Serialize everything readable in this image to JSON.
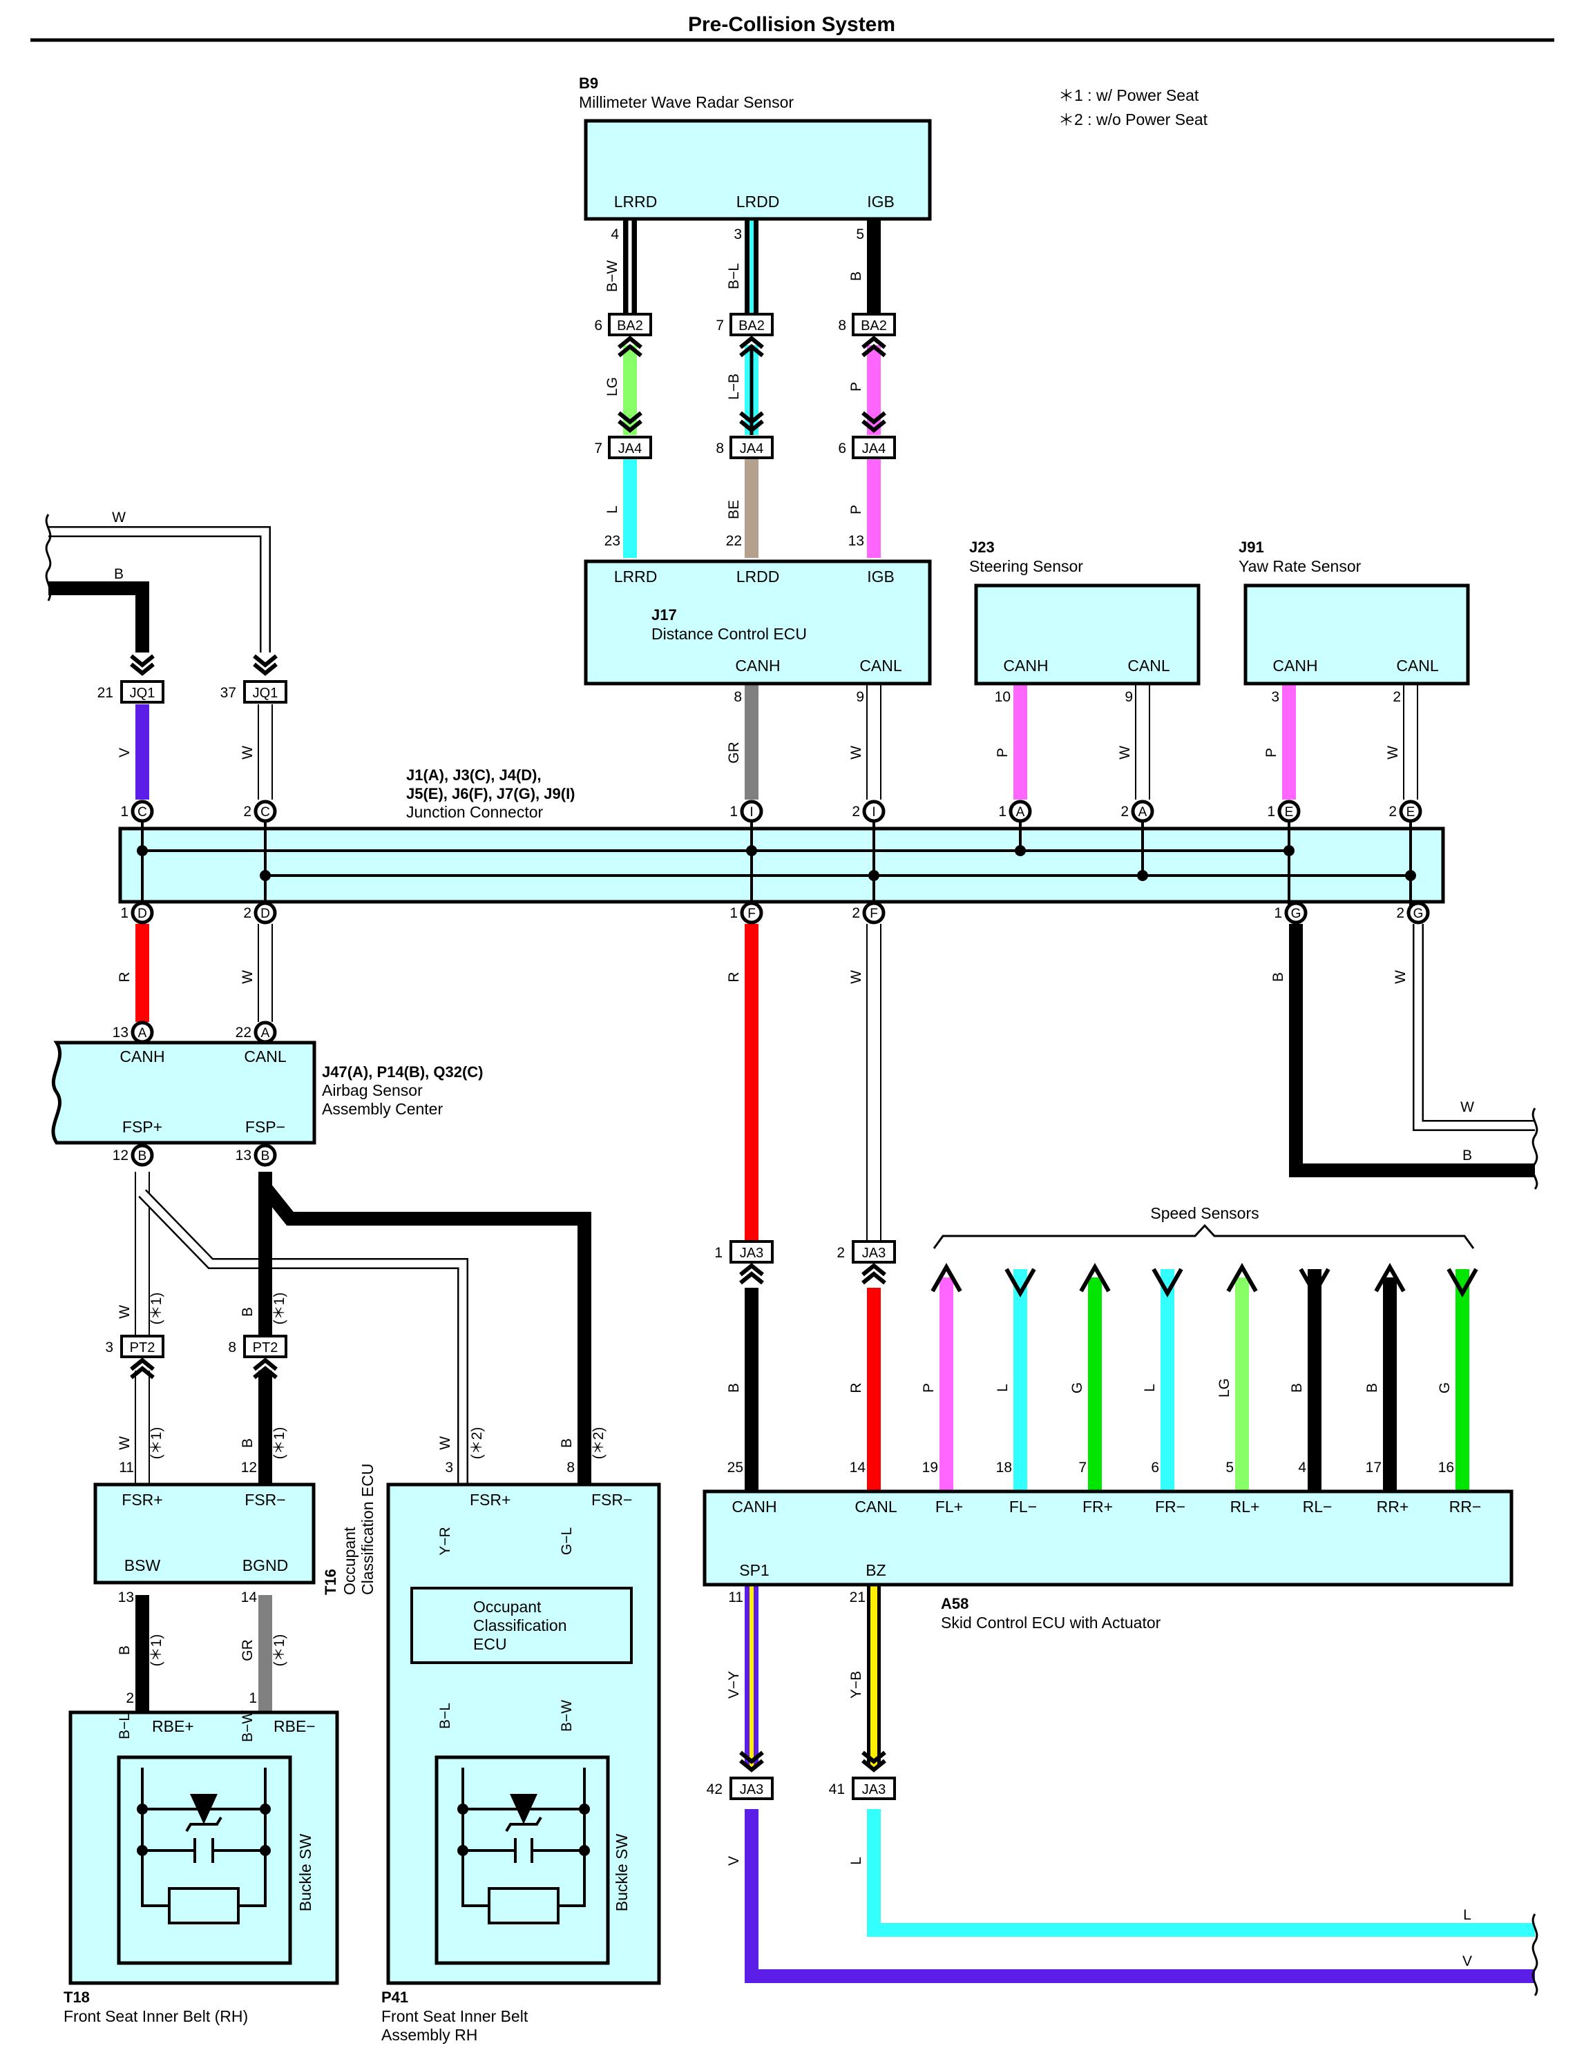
{
  "title": "Pre-Collision System",
  "notes": [
    "＊1 : w/ Power Seat",
    "＊2 : w/o Power Seat"
  ],
  "colors": {
    "B": "#000000",
    "W": "#ffffff",
    "V": "#5b1ee6",
    "R": "#ff0000",
    "GR": "#808080",
    "P": "#ff66ff",
    "L": "#33ffff",
    "G": "#00e600",
    "LG": "#88ff66",
    "BE": "#b4a08c",
    "Y": "#ffee00",
    "box": "#ccffff"
  },
  "components": {
    "b9": {
      "code": "B9",
      "name": "Millimeter Wave Radar Sensor",
      "pins": [
        "LRRD",
        "LRDD",
        "IGB"
      ]
    },
    "j17": {
      "code": "J17",
      "name": "Distance Control ECU",
      "pins_top": [
        "LRRD",
        "LRDD",
        "IGB"
      ],
      "pins_bottom": [
        "CANH",
        "CANL"
      ]
    },
    "j23": {
      "code": "J23",
      "name": "Steering Sensor",
      "pins": [
        "CANH",
        "CANL"
      ]
    },
    "j91": {
      "code": "J91",
      "name": "Yaw Rate Sensor",
      "pins": [
        "CANH",
        "CANL"
      ]
    },
    "junction": {
      "codes": [
        "J1(A), J3(C), J4(D),",
        "J5(E), J6(F), J7(G), J9(I)"
      ],
      "name": "Junction Connector"
    },
    "airbag": {
      "code": "J47(A), P14(B), Q32(C)",
      "name": [
        "Airbag Sensor",
        "Assembly Center"
      ],
      "pins": [
        "CANH",
        "CANL",
        "FSP+",
        "FSP−"
      ]
    },
    "t18": {
      "code": "T18",
      "name": "Front Seat Inner Belt (RH)",
      "pins": [
        "FSR+",
        "FSR−",
        "BSW",
        "BGND",
        "RBE+",
        "RBE−"
      ],
      "sw": "Buckle SW"
    },
    "t16": {
      "code": "T16",
      "name": [
        "Occupant",
        "Classification ECU"
      ],
      "pins": [
        "FSR+",
        "FSR−"
      ],
      "inner": [
        "Occupant",
        "Classification",
        "ECU"
      ]
    },
    "p41": {
      "code": "P41",
      "name": [
        "Front Seat Inner Belt",
        "Assembly RH"
      ],
      "sw": "Buckle SW"
    },
    "a58": {
      "code": "A58",
      "name": "Skid Control ECU with Actuator",
      "pins": [
        "CANH",
        "CANL",
        "FL+",
        "FL−",
        "FR+",
        "FR−",
        "RL+",
        "RL−",
        "RR+",
        "RR−"
      ],
      "pins_bottom": [
        "SP1",
        "BZ"
      ]
    },
    "speed": {
      "name": "Speed Sensors"
    }
  },
  "connectors": {
    "BA2": "BA2",
    "JA4": "JA4",
    "JQ1": "JQ1",
    "PT2": "PT2",
    "JA3": "JA3"
  },
  "junction_letters": [
    "C",
    "C",
    "I",
    "I",
    "A",
    "A",
    "E",
    "E",
    "D",
    "D",
    "F",
    "F",
    "G",
    "G"
  ],
  "airbag_letters": [
    "A",
    "A",
    "B",
    "B"
  ],
  "wire_labels": {
    "bw": "B−W",
    "bl": "B−L",
    "b": "B",
    "lg": "LG",
    "lb": "L−B",
    "p": "P",
    "l": "L",
    "be": "BE",
    "w": "W",
    "v": "V",
    "gr": "GR",
    "r": "R",
    "g": "G",
    "yr": "Y−R",
    "gl": "G−L",
    "vy": "V−Y",
    "yb": "Y−B"
  },
  "star_labels": {
    "s1": "(＊1)",
    "s2": "(＊2)"
  },
  "pin_numbers": {
    "b9": [
      "4",
      "3",
      "5"
    ],
    "ba2": [
      "6",
      "7",
      "8"
    ],
    "ja4": [
      "7",
      "8",
      "6"
    ],
    "j17_top": [
      "23",
      "22",
      "13"
    ],
    "j17_bottom": [
      "8",
      "9"
    ],
    "j23": [
      "10",
      "9"
    ],
    "j91": [
      "3",
      "2"
    ],
    "jq1": [
      "21",
      "37"
    ],
    "jtop": [
      "1",
      "2",
      "1",
      "2",
      "1",
      "2",
      "1",
      "2"
    ],
    "jbot": [
      "1",
      "2",
      "1",
      "2",
      "1",
      "2"
    ],
    "airbag_top": [
      "13",
      "22"
    ],
    "airbag_bottom": [
      "12",
      "13"
    ],
    "pt2": [
      "3",
      "8"
    ],
    "t18_top": [
      "11",
      "12"
    ],
    "t18_bottom": [
      "13",
      "14"
    ],
    "t18_sw": [
      "2",
      "1"
    ],
    "t16": [
      "3",
      "8"
    ],
    "ja3_top": [
      "1",
      "2"
    ],
    "a58": [
      "25",
      "14",
      "19",
      "18",
      "7",
      "6",
      "5",
      "4",
      "17",
      "16"
    ],
    "a58_bottom": [
      "11",
      "21"
    ],
    "ja3_bottom": [
      "42",
      "41"
    ]
  }
}
